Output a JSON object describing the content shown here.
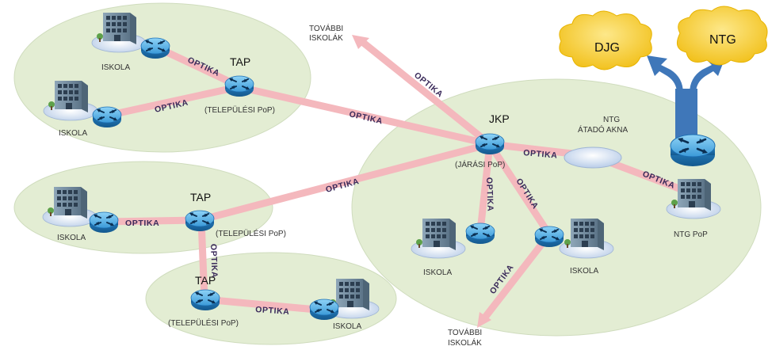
{
  "colors": {
    "zone_fill": "#e3edd3",
    "zone_stroke": "#c9d6b6",
    "link": "#f2b9bd",
    "router_top": "#5fb7ea",
    "router_side": "#1d6fb3",
    "cloud": "#f7cf3c",
    "uplink_arrow": "#3f77b9",
    "aperture": "#dfe9f7"
  },
  "labels": {
    "optika": "OPTIKA",
    "tap": "TAP",
    "telepulesi_pop": "(TELEPÜLÉSI PoP)",
    "iskola": "ISKOLA",
    "tovabbi_line1": "TOVÁBBI",
    "tovabbi_line2": "ISKOLÁK",
    "jkp": "JKP",
    "jarasi_pop": "(JÁRÁSI PoP)",
    "ntg_atado_line1": "NTG",
    "ntg_atado_line2": "ÁTADÓ AKNA",
    "ntg_pop": "NTG PoP",
    "djg": "DJG",
    "ntg": "NTG"
  },
  "icons": {
    "router": "router-icon",
    "school": "school-building-icon",
    "cloud": "cloud-icon",
    "arrow": "arrow-icon",
    "manhole": "manhole-icon"
  }
}
